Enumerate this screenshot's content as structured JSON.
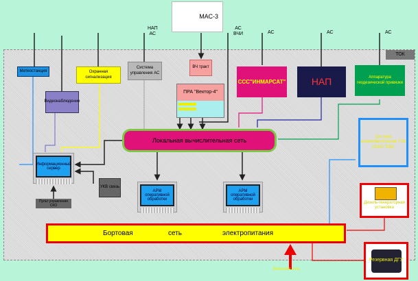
{
  "antennas": {
    "nap_as": "НАП\nАС",
    "as_vchi": "АС\nВЧИ",
    "as1": "АС",
    "as2": "АС",
    "as3": "АС"
  },
  "mas3": "МАС-3",
  "tok": "ТОК",
  "meteostation": "Метеостанция",
  "video": "Видеонаблюдение",
  "security": "Охранная сигнализация",
  "as_control": "Система управления АС",
  "vch": "ВЧ тракт",
  "pra": "ПРА \"Вектор-4\"",
  "inmarsat": "ССС\"ИНМАРСАТ\"",
  "nap": "НАП",
  "geodetic": "Аппаратура геодезической привязки",
  "lan": "Локальная вычислительная сеть",
  "server": "Информационный сервер",
  "ukv": "УКВ связь",
  "control_panel": "Пульт управления СКО",
  "arm1": "АРМ оперативной обработки",
  "arm2": "АРМ оперативной обработки",
  "life_support": "Система жизнеобеспечения ТОК (СЖО ТОК)",
  "diesel": "Дизель-генераторная установка",
  "reserve": "Резервная ДГУ",
  "power": {
    "w1": "Бортовая",
    "w2": "сеть",
    "w3": "электропитания"
  },
  "external": "Внешняя сеть",
  "colors": {
    "lan_fill": "#e0127a",
    "lan_border": "#7ac943",
    "power_fill": "#ffff00",
    "power_border": "#e00000",
    "inmarsat": "#e0127a",
    "geodetic": "#00a050"
  }
}
